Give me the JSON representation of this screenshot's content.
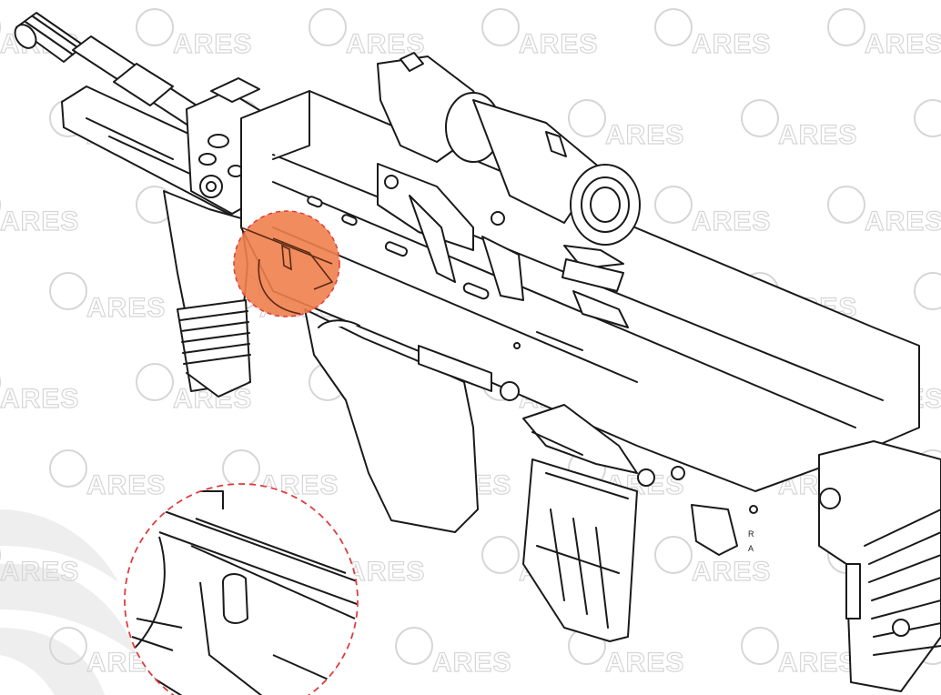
{
  "watermark": {
    "text": "ARES",
    "color": "#d6d6d6"
  },
  "diagram": {
    "subject": "rifle-exploded-line-drawing",
    "line_color": "#1a1a1a",
    "highlight_color": "#f07f4d",
    "callout_color": "#e03c3c",
    "callout_style": "dashed-circle",
    "magazine_markings": [
      "R",
      "A"
    ]
  }
}
